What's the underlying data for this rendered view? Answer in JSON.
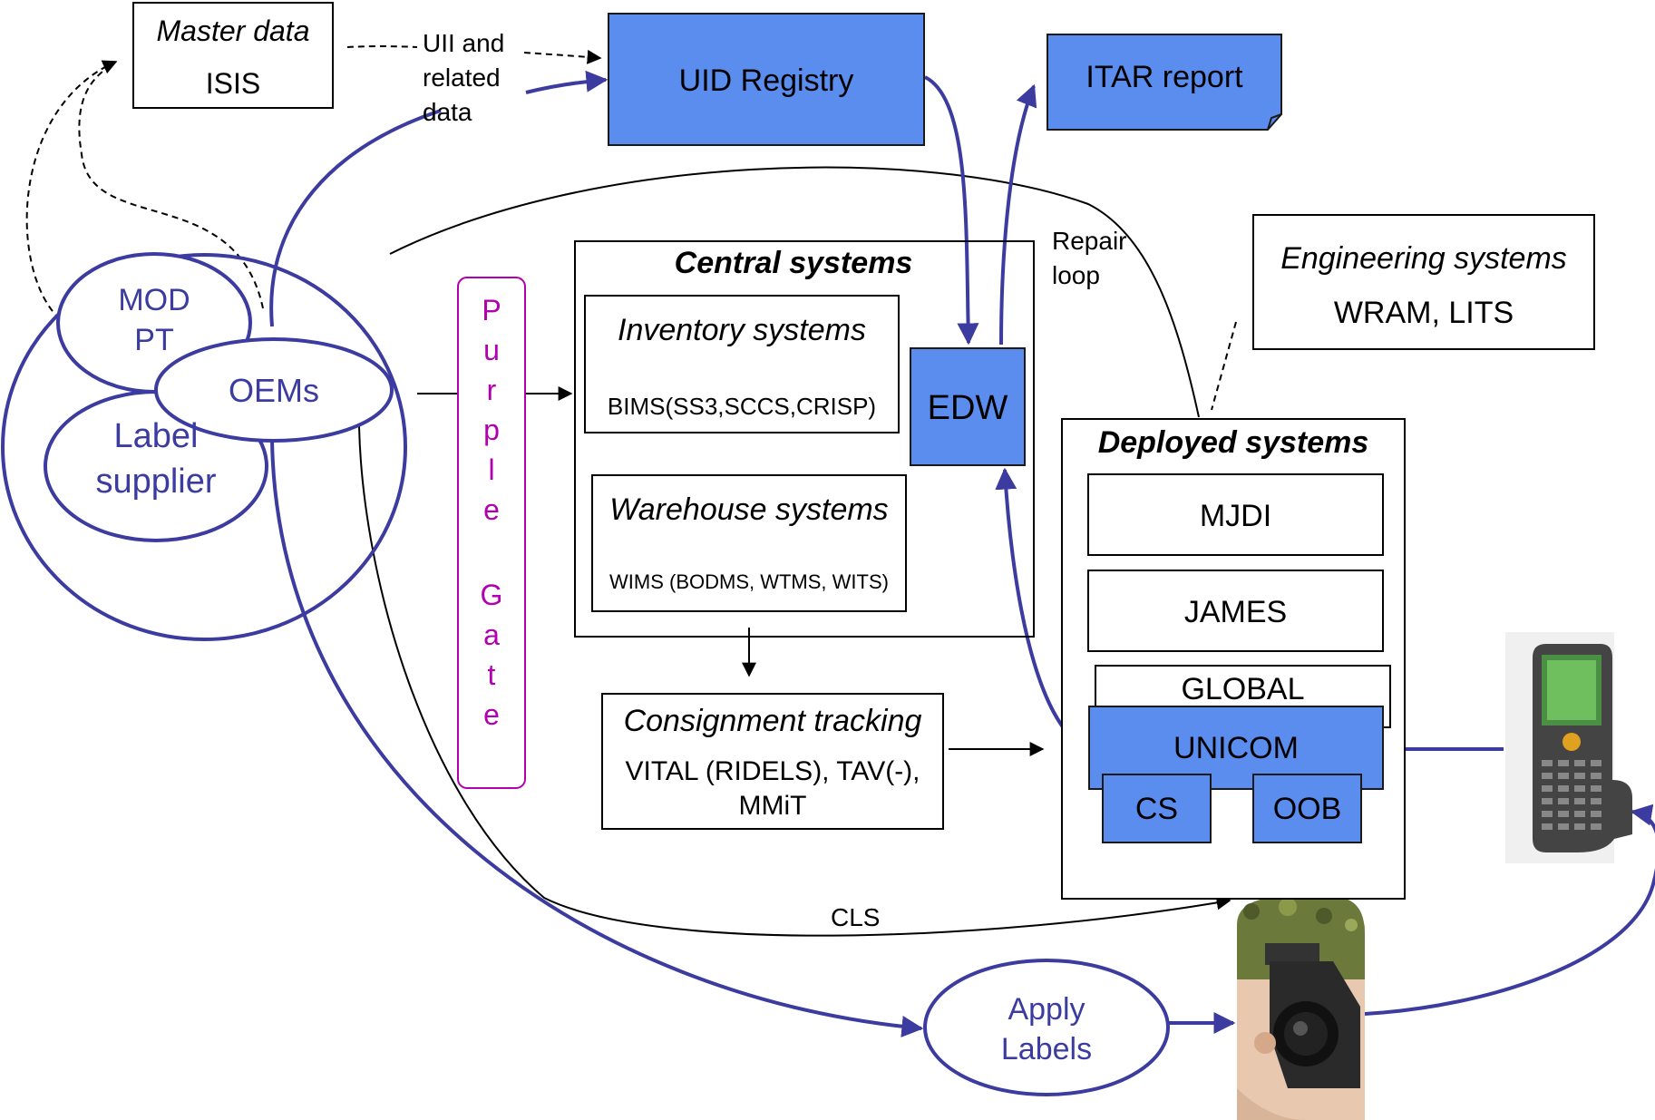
{
  "colors": {
    "accent_blue": "#3b3ba0",
    "box_blue": "#5b8def",
    "purple_gate": "#b000b0",
    "background": "#ffffff"
  },
  "icons": [
    "handheld-scanner-photo",
    "soldier-with-night-vision-photo"
  ],
  "master_data": {
    "title": "Master data",
    "name": "ISIS"
  },
  "uii_label": [
    "UII and",
    "related",
    "data"
  ],
  "uid_registry": "UID Registry",
  "itar_report": "ITAR report",
  "edw": "EDW",
  "repair_loop": [
    "Repair",
    "loop"
  ],
  "engineering": {
    "title": "Engineering systems",
    "systems": "WRAM, LITS"
  },
  "stakeholders": {
    "mod_pt": [
      "MOD",
      "PT"
    ],
    "oems": "OEMs",
    "label_supplier": [
      "Label",
      "supplier"
    ]
  },
  "purple_gate": [
    "P",
    "u",
    "r",
    "p",
    "l",
    "e",
    "G",
    "a",
    "t",
    "e"
  ],
  "central_systems": {
    "title": "Central systems",
    "inventory": {
      "title": "Inventory systems",
      "systems": "BIMS(SS3,SCCS,CRISP)"
    },
    "warehouse": {
      "title": "Warehouse systems",
      "systems": "WIMS (BODMS, WTMS, WITS)"
    }
  },
  "consignment": {
    "title": "Consignment tracking",
    "line1": "VITAL (RIDELS), TAV(-),",
    "line2": "MMiT"
  },
  "deployed_systems": {
    "title": "Deployed systems",
    "mjdi": "MJDI",
    "james": "JAMES",
    "global": "GLOBAL",
    "unicom": "UNICOM",
    "cs": "CS",
    "oob": "OOB"
  },
  "cls": "CLS",
  "apply_labels": [
    "Apply",
    "Labels"
  ]
}
